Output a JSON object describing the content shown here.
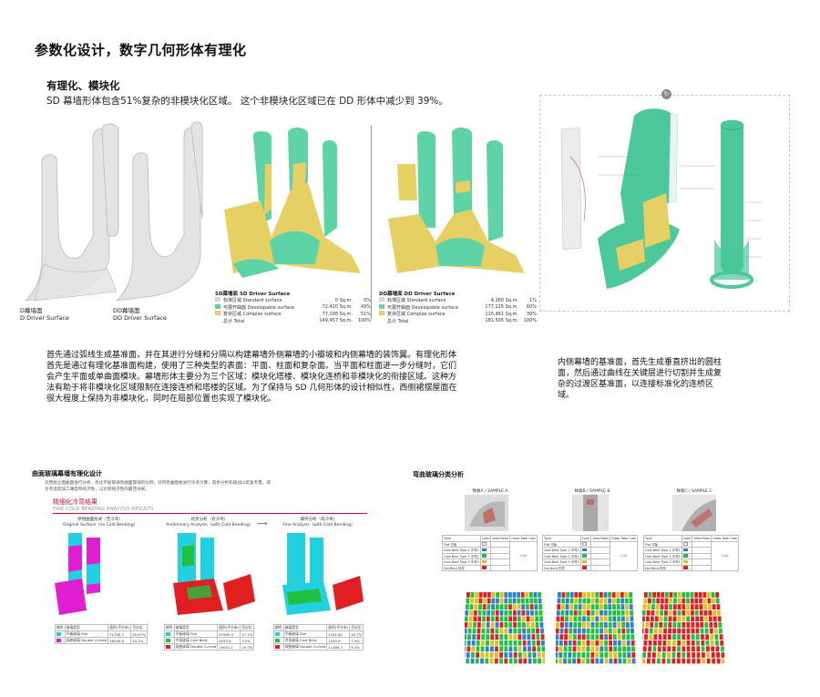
{
  "page": {
    "title": "参数化设计，数字几何形体有理化"
  },
  "rationalization": {
    "heading": "有理化、模块化",
    "subtitle": "SD 幕墙形体包含51%复杂的非模块化区域。 这个非模块化区域已在 DD 形体中减少到 39%。",
    "label_sd": [
      "D幕墙面",
      "D Driver Surface"
    ],
    "label_dd": [
      "DD幕墙面",
      "DD Driver Surface"
    ]
  },
  "sd_table": {
    "title": "SD幕墙面 SD Driver Surface",
    "rows": [
      {
        "swatch": "#d9d9d9",
        "name": "标准区域 Standard surface",
        "area": "0 Sq.m.",
        "pct": "0%"
      },
      {
        "swatch": "#5ed3a5",
        "name": "可展开曲面 Developable surface",
        "area": "72,420 Sq.m.",
        "pct": "49%"
      },
      {
        "swatch": "#e6cf63",
        "name": "复杂区域 Complex surface",
        "area": "77,036 Sq.m.",
        "pct": "51%"
      },
      {
        "swatch": "",
        "name": "总计 Total",
        "area": "149,457 Sq.m.",
        "pct": "100%"
      }
    ]
  },
  "dd_table": {
    "title": "DD幕墙面 DD Driver Surface",
    "rows": [
      {
        "swatch": "#d9d9d9",
        "name": "标准区域 Standard surface",
        "area": "4,260 Sq.m.",
        "pct": "1%"
      },
      {
        "swatch": "#5ed3a5",
        "name": "可展开曲面 Developable surface",
        "area": "177,225 Sq.m.",
        "pct": "60%"
      },
      {
        "swatch": "#e6cf63",
        "name": "复杂区域 Complex surface",
        "area": "116,481 Sq.m.",
        "pct": "39%"
      },
      {
        "swatch": "",
        "name": "总计 Total",
        "area": "181,505 Sq.m.",
        "pct": "100%"
      }
    ]
  },
  "paragraphs": {
    "left": [
      "首先通过弧线生成基准面，并在其进行分缝和分隔以构建幕墙外侧幕墙的小瓣坡和内侧幕墙的装饰翼。有理化形体",
      "首先是通过有理化基准面构建，使用了三种类型的表面：平面、柱面和复杂面。当平面和柱面进一步分缝时，它们",
      "会产生平面或单曲面模块。幕墙形体主要分为三个区域：模块化塔楼、模块化连桥和非模块化的衔接区域。这种方",
      "法有助于将非模块化区域限制在连接连桥和塔楼的区域。为了保持与 SD 几何形体的设计相似性，西侧裙摆屋面在",
      "很大程度上保持为非模块化，同时在局部位置也实现了模块化。"
    ],
    "right": [
      "内侧幕墙的基准面，首先生成垂直挤出的圆柱",
      "面，然后通过曲线在关键层进行切割并生成复",
      "杂的过渡区基准面，以连接标准化的连桥区",
      "域。"
    ]
  },
  "glass_section": {
    "heading": "曲面玻璃幕墙有理化设计",
    "desc_lines": [
      "对原始立面曲面进行分析，优化平板玻璃和曲面玻璃的比例，对所有曲面板进行冷弯计算，其余分析和再加以反复考量。得",
      "合考虑其加工难度和经济性，以达到经济性的最佳效果。"
    ],
    "red_title": "精细化冷弯结果",
    "red_subtitle": "FINE COLD BENDING ANALYSIS RESULTS",
    "captions": [
      [
        "原始曲面形式（无冷弯）",
        "Original Surface（no Cold Bending）"
      ],
      [
        "初步分析（有冷弯）",
        "Preliminary Analysis（with Cold Bending）"
      ],
      [
        "最终分析（有冷弯）",
        "Fine Analysis（with Cold Bending）"
      ]
    ],
    "table_headers": [
      "颜色",
      "玻璃类型",
      "面积(平方米)",
      "百分比"
    ],
    "tables": [
      [
        {
          "swatch": "#22d0e0",
          "type": "平板玻璃 Flat",
          "area": "71799.7",
          "pct": "55.97%"
        },
        {
          "swatch": "#e020d0",
          "type": "双曲玻璃 Double Curved",
          "area": "56490.8",
          "pct": "44.1%"
        }
      ],
      [
        {
          "swatch": "#22d0e0",
          "type": "平板玻璃 Flat",
          "area": "97995.9",
          "pct": "77.1%"
        },
        {
          "swatch": "#20c040",
          "type": "冷弯玻璃 Cold Bent",
          "area": "4053.9",
          "pct": "3.2%"
        },
        {
          "swatch": "#e02020",
          "type": "双曲玻璃 Double Curved",
          "area": "25041.1",
          "pct": "19.7%"
        }
      ],
      [
        {
          "swatch": "#22d0e0",
          "type": "平板玻璃 Flat",
          "area": "1161.62",
          "pct": "92.7%"
        },
        {
          "swatch": "#20c040",
          "type": "冷弯玻璃 Cold Bent",
          "area": "1049.8",
          "pct": "7.9%"
        },
        {
          "swatch": "#e02020",
          "type": "双曲玻璃 Double Curved",
          "area": "11469.3",
          "pct": "9.3%"
        }
      ]
    ]
  },
  "curved_section": {
    "heading": "弯曲玻璃分类分析",
    "samples": [
      "样板A / SAMPLE A",
      "样板B / SAMPLE B",
      "样板C / SAMPLE C"
    ],
    "table_headers": [
      "Type",
      "Color",
      "Area Ratio",
      "Glass Total Cost"
    ],
    "table_rows": [
      "Flat 平板",
      "Cold Bent Type 1 冷弯1",
      "Cold Bent Type 2 冷弯2",
      "Cold Bent Type 3 冷弯3",
      "Hot Bent 热弯"
    ],
    "colors": [
      "#ffffff",
      "#2f7fd0",
      "#20c040",
      "#e0c020",
      "#e02020"
    ],
    "costs": [
      "2.00",
      "2.34",
      "2.40"
    ]
  },
  "colors": {
    "developable": "#5ed3a5",
    "complex": "#e6cf63",
    "standard": "#d9d9d9",
    "accent_red": "#c8102e"
  }
}
